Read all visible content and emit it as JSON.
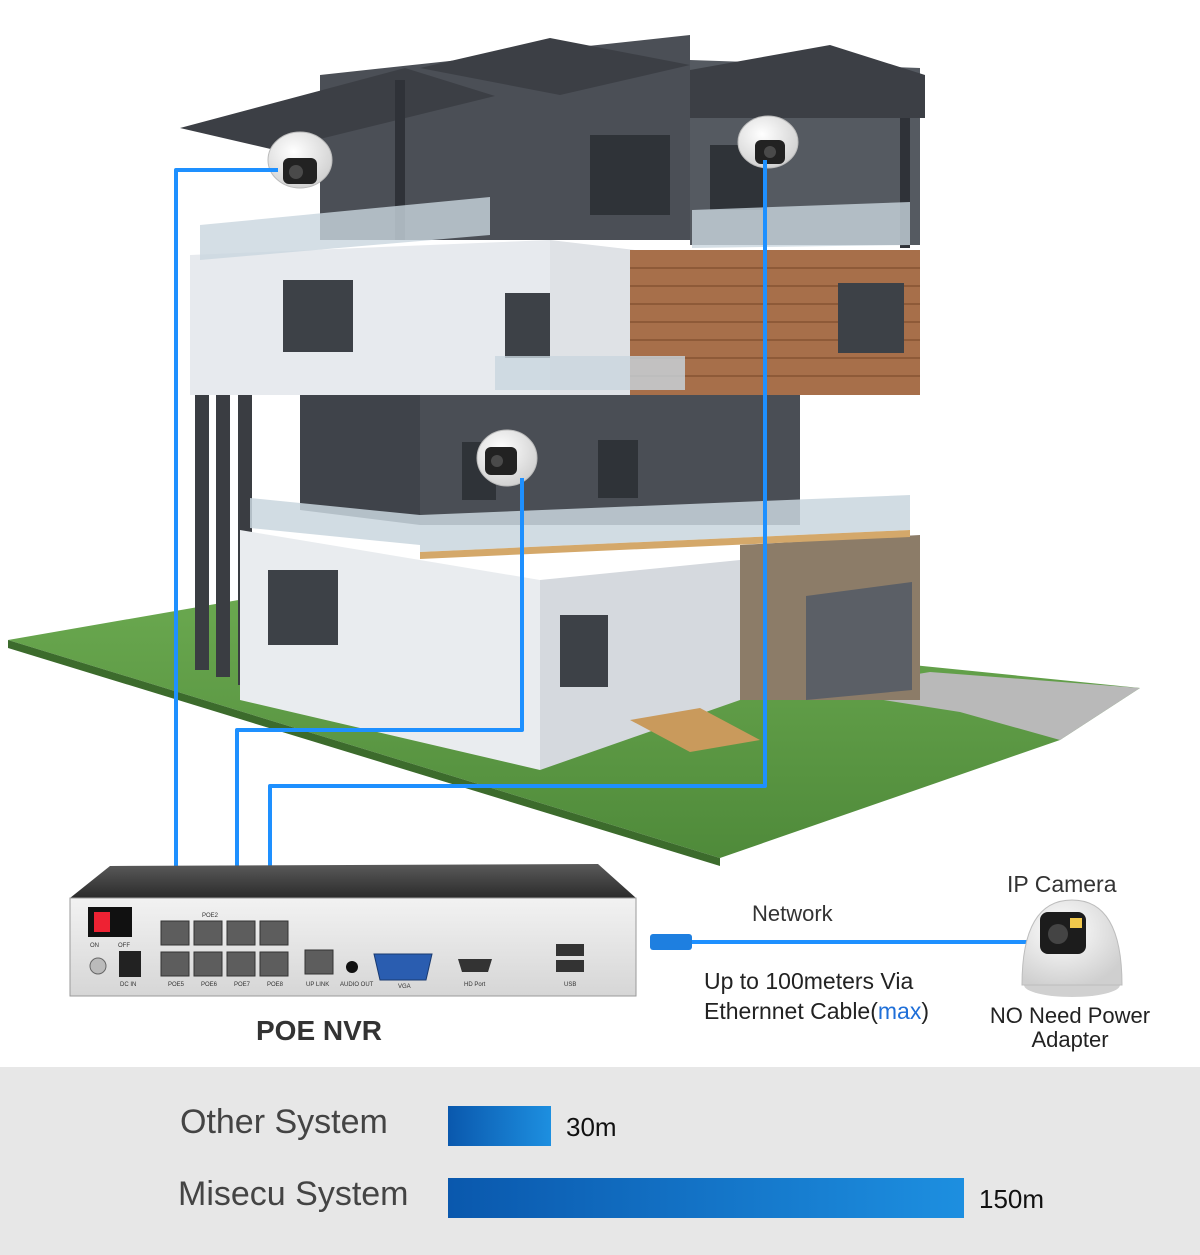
{
  "diagram": {
    "network_label": "Network",
    "range_text_1": "Up to 100meters Via",
    "range_text_2": "Ethernnet Cable(",
    "range_max": "max",
    "range_close": ")",
    "ip_camera_label": "IP Camera",
    "no_power_label": "NO Need Power Adapter",
    "nvr_label": "POE NVR",
    "nvr_ports": {
      "on": "ON",
      "off": "OFF",
      "poe2": "POE2",
      "poe5": "POE5",
      "poe6": "POE6",
      "poe7": "POE7",
      "poe8": "POE8",
      "dc_in": "DC IN",
      "up_link": "UP LINK",
      "audio_out": "AUDIO OUT",
      "vga": "VGA",
      "hd_port": "HD Port",
      "usb": "USB"
    },
    "colors": {
      "cable": "#1e90ff",
      "bar_start": "#0a58ad",
      "bar_end": "#1d8fe0",
      "panel": "#e7e7e7"
    }
  },
  "comparison": {
    "rows": [
      {
        "name": "Other System",
        "value": 30,
        "value_label": "30m"
      },
      {
        "name": "Misecu System",
        "value": 150,
        "value_label": "150m"
      }
    ]
  }
}
